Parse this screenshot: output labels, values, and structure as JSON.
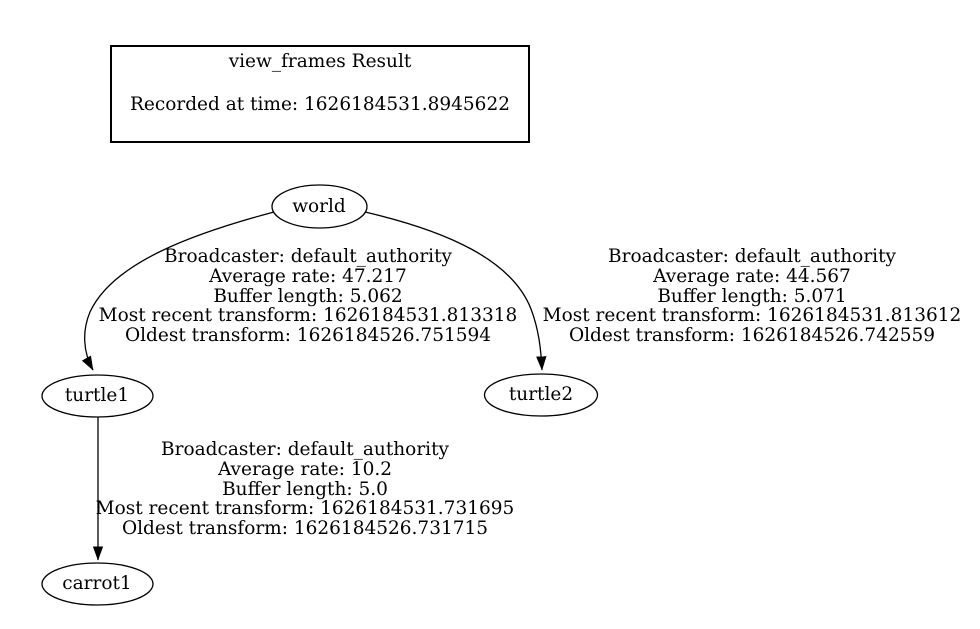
{
  "title_box": {
    "title": "view_frames Result",
    "recorded": "Recorded at time: 1626184531.8945622"
  },
  "nodes": [
    {
      "id": "world",
      "label": "world"
    },
    {
      "id": "turtle1",
      "label": "turtle1"
    },
    {
      "id": "turtle2",
      "label": "turtle2"
    },
    {
      "id": "carrot1",
      "label": "carrot1"
    }
  ],
  "edges": [
    {
      "from": "world",
      "to": "turtle1",
      "broadcaster": "Broadcaster: default_authority",
      "average_rate": "Average rate: 47.217",
      "buffer_length": "Buffer length: 5.062",
      "most_recent_transform": "Most recent transform: 1626184531.813318",
      "oldest_transform": "Oldest transform: 1626184526.751594"
    },
    {
      "from": "world",
      "to": "turtle2",
      "broadcaster": "Broadcaster: default_authority",
      "average_rate": "Average rate: 44.567",
      "buffer_length": "Buffer length: 5.071",
      "most_recent_transform": "Most recent transform: 1626184531.813612",
      "oldest_transform": "Oldest transform: 1626184526.742559"
    },
    {
      "from": "turtle1",
      "to": "carrot1",
      "broadcaster": "Broadcaster: default_authority",
      "average_rate": "Average rate: 10.2",
      "buffer_length": "Buffer length: 5.0",
      "most_recent_transform": "Most recent transform: 1626184531.731695",
      "oldest_transform": "Oldest transform: 1626184526.731715"
    }
  ],
  "colors": {
    "background": "#ffffff",
    "stroke": "#000000",
    "text": "#000000"
  }
}
